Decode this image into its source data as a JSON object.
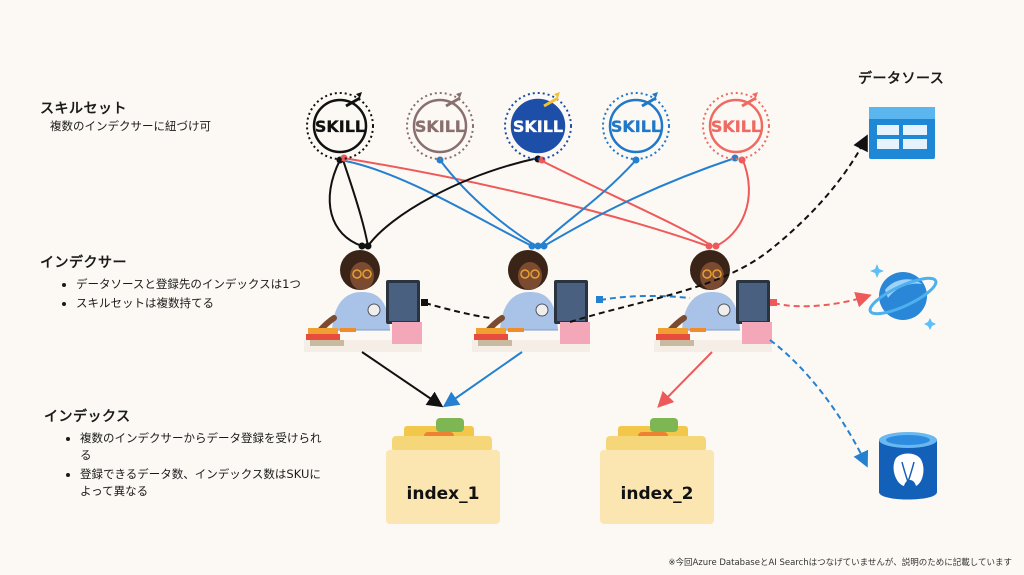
{
  "skillset": {
    "title": "スキルセット",
    "desc": "複数のインデクサーに紐づけ可",
    "badge_text": "SKILL",
    "colors": [
      "#111111",
      "#8a6f6f",
      "#1d4fa8",
      "#1f78c8",
      "#ef6a63"
    ]
  },
  "indexer": {
    "title": "インデクサー",
    "bullets": [
      "データソースと登録先のインデックスは1つ",
      "スキルセットは複数持てる"
    ]
  },
  "index": {
    "title": "インデックス",
    "bullets": [
      "複数のインデクサーからデータ登録を受けられる",
      "登録できるデータ数、インデックス数はSKUによって異なる"
    ],
    "items": [
      "index_1",
      "index_2"
    ]
  },
  "datasource": {
    "title": "データソース",
    "icons": [
      "table-storage-icon",
      "cosmos-db-icon",
      "postgresql-icon"
    ]
  },
  "colors": {
    "black": "#111111",
    "blue": "#2680d0",
    "red": "#ee5a5a"
  },
  "footnote": "※今回Azure DatabaseとAI Searchはつなげていませんが、説明のために記載しています"
}
